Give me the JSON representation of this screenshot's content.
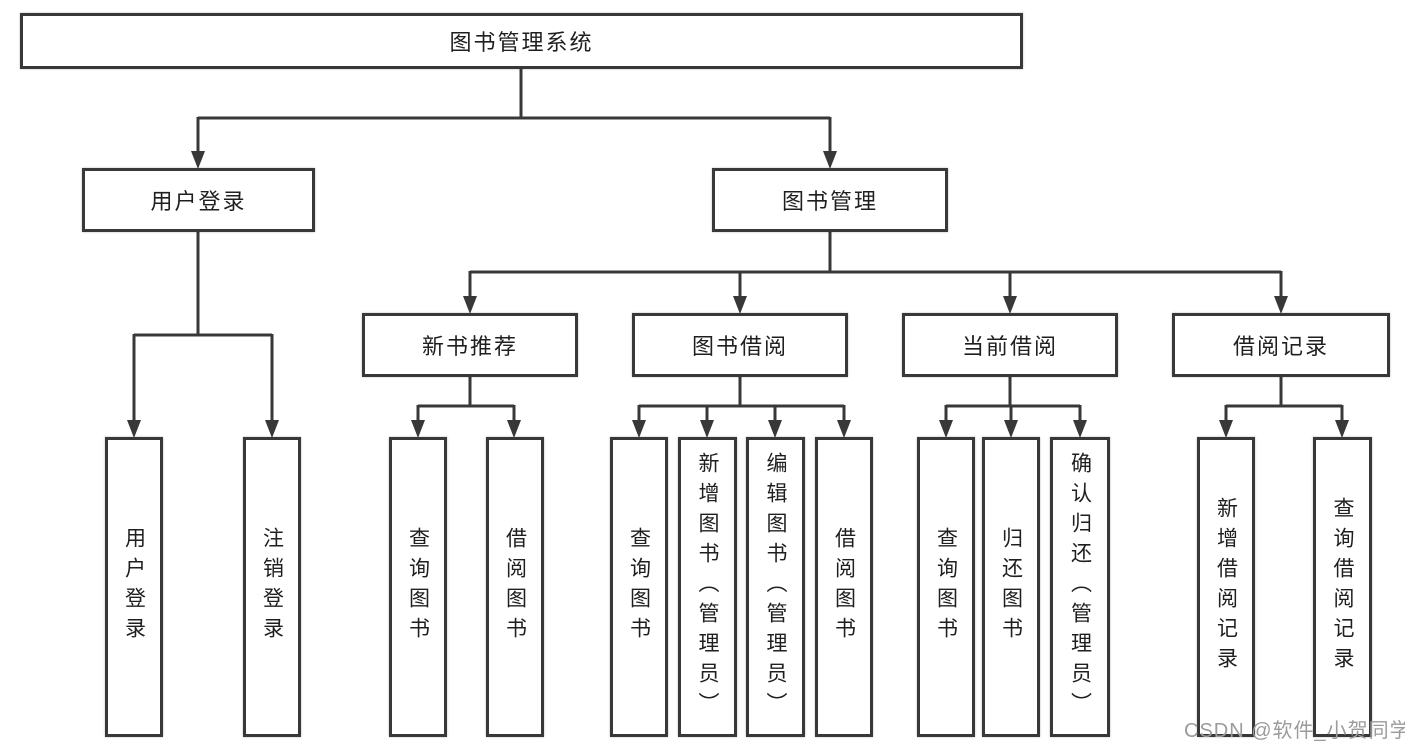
{
  "watermark": "CSDN @软件_小贺同学",
  "colors": {
    "line": "#383838",
    "box_border": "#383838",
    "text": "#1f1f1f",
    "watermark": "#9b9b9b",
    "background": "#ffffff"
  },
  "tree": {
    "root": "图书管理系统",
    "level2": [
      "用户登录",
      "图书管理"
    ],
    "level3": [
      "新书推荐",
      "图书借阅",
      "当前借阅",
      "借阅记录"
    ],
    "leaves": {
      "user_login": [
        "用户登录",
        "注销登录"
      ],
      "new_book_recommend": [
        "查询图书",
        "借阅图书"
      ],
      "book_borrow": [
        "查询图书",
        "新增图书（管理员）",
        "编辑图书（管理员）",
        "借阅图书"
      ],
      "current_borrow": [
        "查询图书",
        "归还图书",
        "确认归还（管理员）"
      ],
      "borrow_records": [
        "新增借阅记录",
        "查询借阅记录"
      ]
    }
  }
}
